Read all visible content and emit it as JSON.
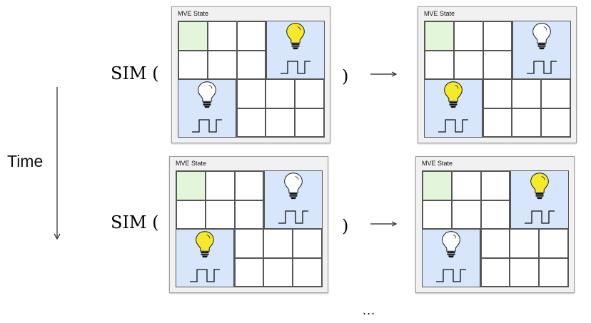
{
  "time_label": "Time",
  "sim_label": "SIM (",
  "close_paren": ")",
  "ellipsis": "...",
  "panel_title": "MVE State",
  "colors": {
    "panel_bg": "#f1f1f1",
    "start_cell": "#e3f6d9",
    "block_bg": "#d8e6fb",
    "bulb_on": "#f4ea2a",
    "bulb_off": "#ffffff"
  },
  "rows": [
    {
      "input": {
        "top_right_bulb": "on",
        "bottom_left_bulb": "off"
      },
      "output": {
        "top_right_bulb": "off",
        "bottom_left_bulb": "on"
      }
    },
    {
      "input": {
        "top_right_bulb": "off",
        "bottom_left_bulb": "on"
      },
      "output": {
        "top_right_bulb": "on",
        "bottom_left_bulb": "off"
      }
    }
  ]
}
